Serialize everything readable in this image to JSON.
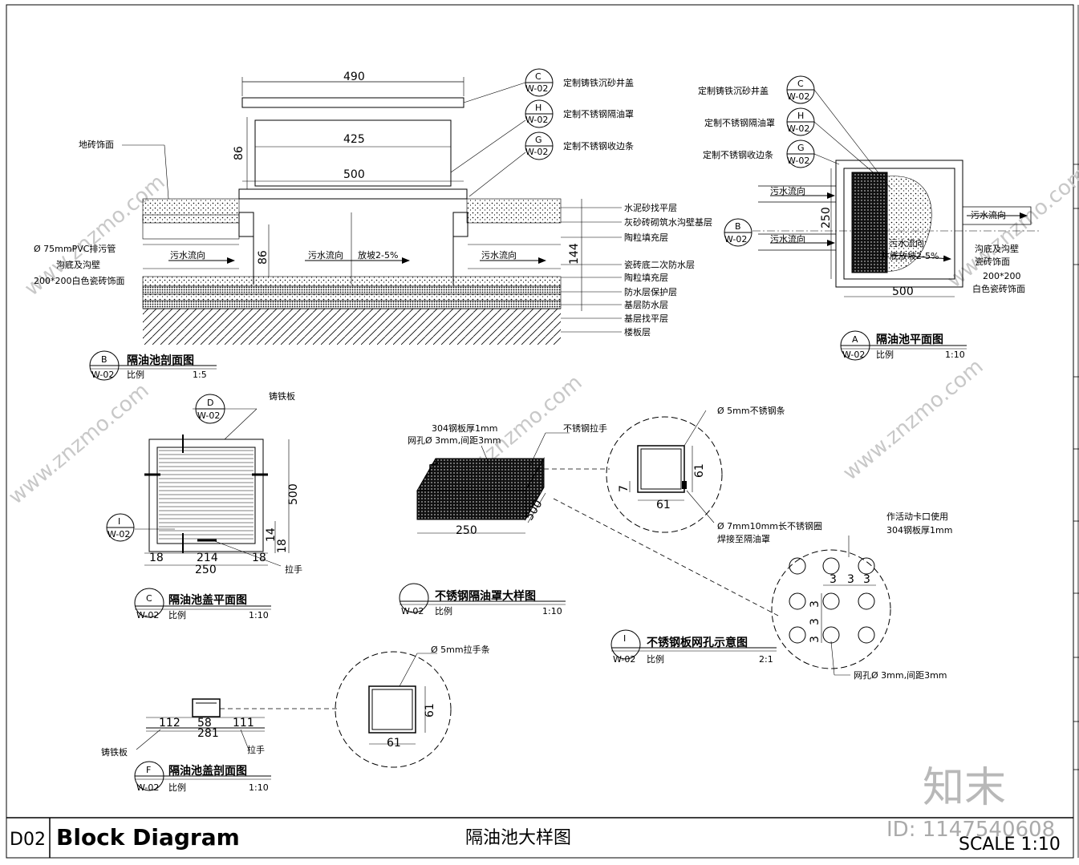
{
  "sheet": {
    "code": "D02",
    "block_title": "Block Diagram",
    "drawing_title": "隔油池大样图",
    "scale_text": "SCALE 1:10",
    "watermark_brand": "知末",
    "watermark_id": "ID: 1147540608",
    "watermark_url": "www.znzmo.com"
  },
  "section_b": {
    "tag_letter": "B",
    "tag_sheet": "W-02",
    "title": "隔油池剖面图",
    "scale_label": "比例",
    "scale": "1:5",
    "dims": {
      "top": "490",
      "inner": "425",
      "bottom": "500",
      "h1": "86",
      "h2": "86",
      "h3": "144"
    },
    "callouts": [
      {
        "letter": "C",
        "sheet": "W-02",
        "text": "定制铸铁沉砂井盖"
      },
      {
        "letter": "H",
        "sheet": "W-02",
        "text": "定制不锈钢隔油罩"
      },
      {
        "letter": "G",
        "sheet": "W-02",
        "text": "定制不锈钢收边条"
      }
    ],
    "left_labels": [
      "地砖饰面",
      "Ø 75mmPVC排污管",
      "沟底及沟壁",
      "200*200白色瓷砖饰面"
    ],
    "flow": [
      "污水流向",
      "污水流向",
      "污水流向"
    ],
    "slope": "放坡2-5%",
    "layers": [
      "水泥砂找平层",
      "灰砂砖砌筑水沟壁基层",
      "陶粒填充层",
      "瓷砖底二次防水层",
      "陶粒填充层",
      "防水层保护层",
      "基层防水层",
      "基层找平层",
      "楼板层"
    ]
  },
  "plan_a": {
    "tag_letter": "A",
    "tag_sheet": "W-02",
    "title": "隔油池平面图",
    "scale_label": "比例",
    "scale": "1:10",
    "callouts": [
      {
        "letter": "C",
        "sheet": "W-02",
        "text": "定制铸铁沉砂井盖"
      },
      {
        "letter": "H",
        "sheet": "W-02",
        "text": "定制不锈钢隔油罩"
      },
      {
        "letter": "G",
        "sheet": "W-02",
        "text": "定制不锈钢收边条"
      }
    ],
    "section_tag": {
      "letter": "B",
      "sheet": "W-02"
    },
    "flow": [
      "污水流向",
      "污水流向",
      "污水流向"
    ],
    "center_text": [
      "污水流向",
      "井底放坡2-5%"
    ],
    "right_labels": [
      "沟底及沟壁",
      "瓷砖饰面",
      "200*200",
      "白色瓷砖饰面"
    ],
    "dims": {
      "width": "500",
      "height": "250"
    }
  },
  "cover_plan_c": {
    "tag_letter": "C",
    "tag_sheet": "W-02",
    "title": "隔油池盖平面图",
    "scale_label": "比例",
    "scale": "1:10",
    "detail_d": {
      "letter": "D",
      "sheet": "W-02"
    },
    "detail_i": {
      "letter": "I",
      "sheet": "W-02"
    },
    "labels": {
      "plate": "铸铁板",
      "handle": "拉手"
    },
    "dims": {
      "w1": "18",
      "w2": "214",
      "w3": "18",
      "total": "250",
      "h": "500",
      "h1": "14",
      "h2": "18"
    }
  },
  "cover_section_f": {
    "tag_letter": "F",
    "tag_sheet": "W-02",
    "title": "隔油池盖剖面图",
    "scale_label": "比例",
    "scale": "1:10",
    "labels": {
      "plate": "铸铁板",
      "handle": "拉手"
    },
    "dims": {
      "a": "112",
      "b": "58",
      "c": "111",
      "total": "281"
    }
  },
  "handle_detail": {
    "label": "Ø 5mm拉手条",
    "dims": [
      "61",
      "61"
    ]
  },
  "mesh_detail": {
    "tag_letter": "",
    "tag_sheet": "W-02",
    "title": "不锈钢隔油罩大样图",
    "scale_label": "比例",
    "scale": "1:10",
    "labels": [
      "304钢板厚1mm",
      "网孔Ø 3mm,间距3mm",
      "不锈钢拉手"
    ],
    "dims": {
      "w": "250",
      "d": "500"
    }
  },
  "bar_detail": {
    "labels": [
      "Ø 5mm不锈钢条",
      "Ø 7mm10mm长不锈钢圈",
      "焊接至隔油罩"
    ],
    "dims": [
      "61",
      "61",
      "7"
    ]
  },
  "hole_detail": {
    "tag_letter": "I",
    "tag_sheet": "W-02",
    "title": "不锈钢板网孔示意图",
    "scale_label": "比例",
    "scale": "2:1",
    "labels": [
      "作活动卡口使用",
      "304钢板厚1mm",
      "网孔Ø 3mm,间距3mm"
    ],
    "dims": [
      "3",
      "3",
      "3",
      "3",
      "3",
      "3"
    ]
  }
}
